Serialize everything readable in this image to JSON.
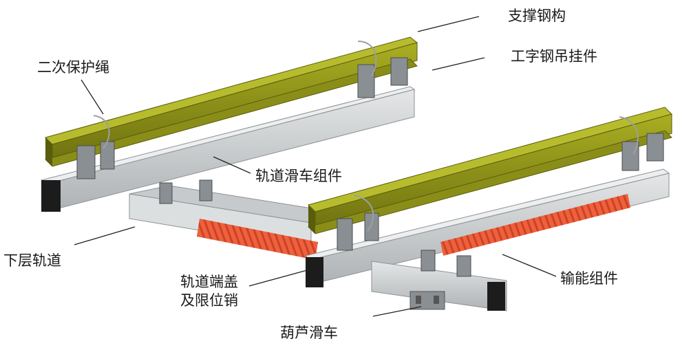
{
  "labels": {
    "support_steel": "支撑钢构",
    "i_beam_hanger": "工字钢吊挂件",
    "secondary_rope": "二次保护绳",
    "track_trolley": "轨道滑车组件",
    "lower_track": "下层轨道",
    "end_cap_line1": "轨道端盖",
    "end_cap_line2": "及限位销",
    "power_assembly": "输能组件",
    "hoist_trolley": "葫芦滑车"
  },
  "colors": {
    "beam_top": "#9a9f1c",
    "beam_side": "#7c8014",
    "beam_dark": "#5a5d0c",
    "rail_top": "#d8dadb",
    "rail_side": "#b9bcbe",
    "rail_shadow": "#9ea2a4",
    "rail_end": "#1c1c1c",
    "coil": "#f0603a",
    "coil_dark": "#c8432a",
    "hardware": "#8a8f93",
    "leader": "#222222"
  }
}
